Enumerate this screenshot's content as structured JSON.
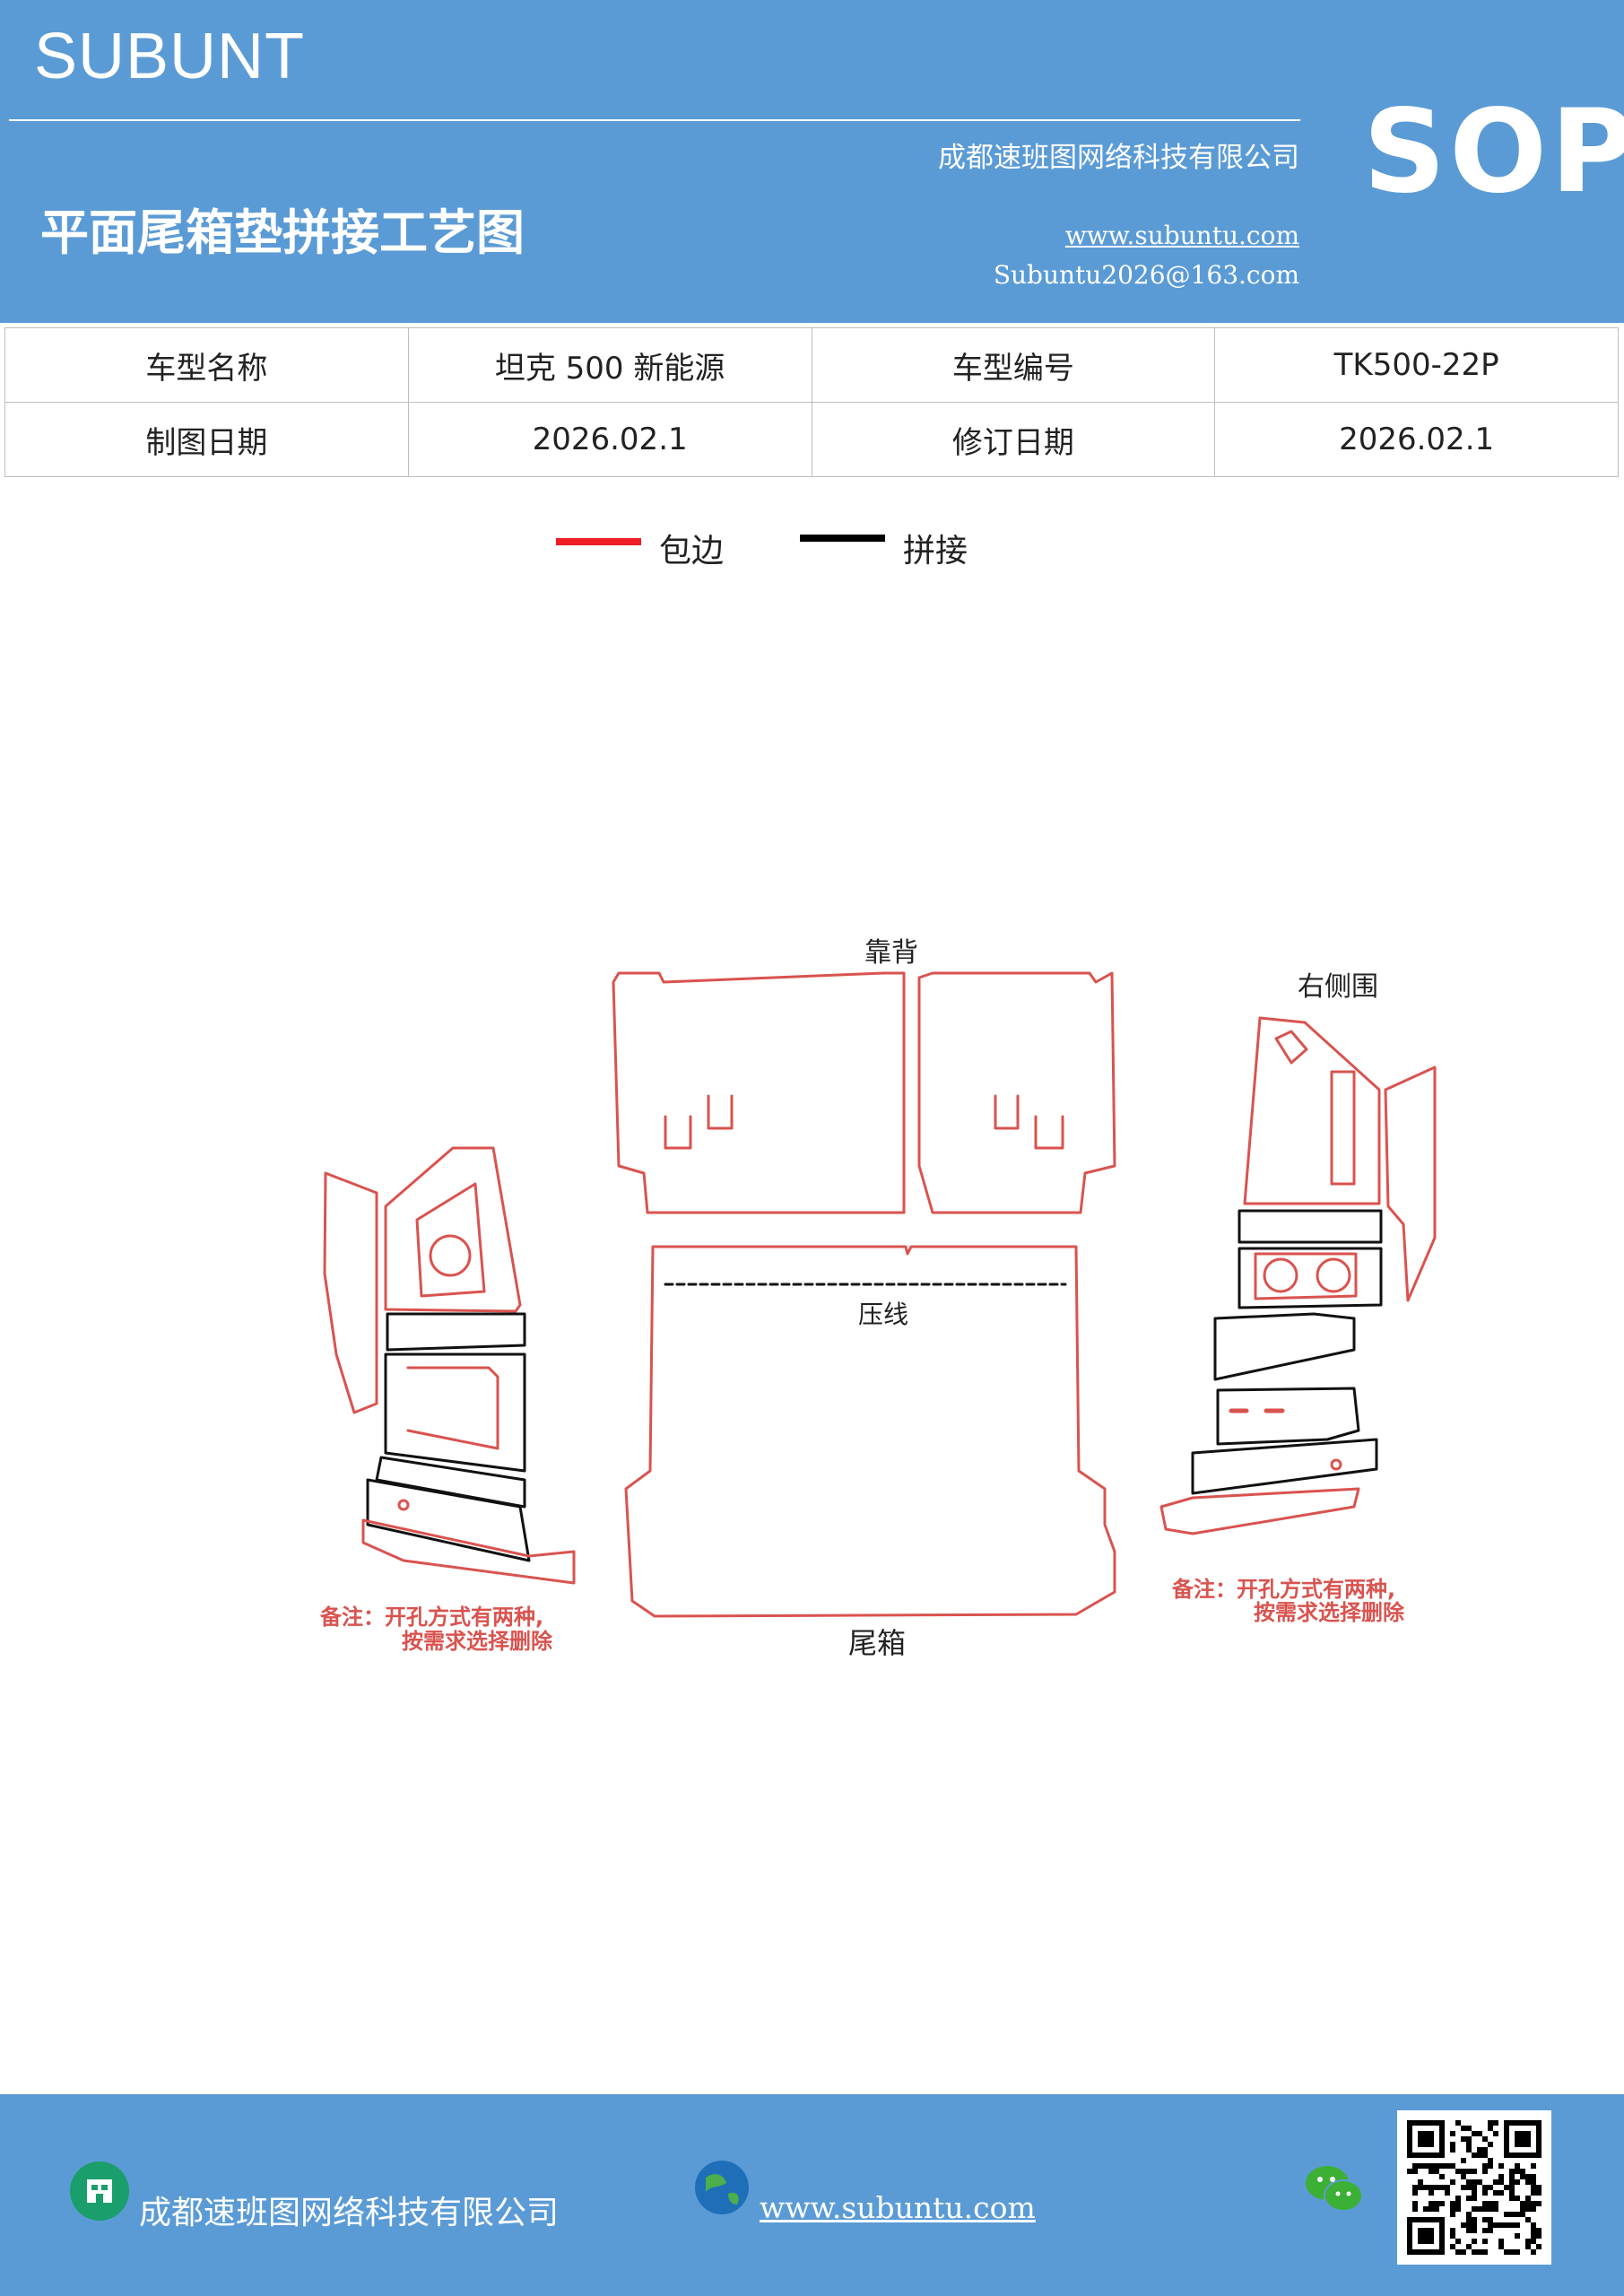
{
  "header": {
    "brand": "SUBUNT",
    "badge": "SOP",
    "company": "成都速班图网络科技有限公司",
    "title": "平面尾箱垫拼接工艺图",
    "website": "www.subuntu.com",
    "email": "Subuntu2026@163.com"
  },
  "info_table": {
    "rows": [
      [
        "车型名称",
        "坦克 500 新能源",
        "车型编号",
        "TK500-22P"
      ],
      [
        "制图日期",
        "2026.02.1",
        "修订日期",
        "2026.02.1"
      ]
    ]
  },
  "legend": [
    {
      "label": "包边",
      "color": "#ee1c25"
    },
    {
      "label": "拼接",
      "color": "#000000"
    }
  ],
  "diagram": {
    "labels": {
      "backrest": "靠背",
      "right_side": "右侧围",
      "crease": "压线",
      "trunk": "尾箱"
    },
    "note_left": [
      "备注：开孔方式有两种,",
      "按需求选择删除"
    ],
    "note_right": [
      "备注：开孔方式有两种,",
      "按需求选择删除"
    ],
    "colors": {
      "edge": "#d9534f",
      "seam": "#111111",
      "note": "#d9534f"
    }
  },
  "footer": {
    "company": "成都速班图网络科技有限公司",
    "website": "www.subuntu.com",
    "icons": [
      "building-icon",
      "globe-icon",
      "wechat-icon",
      "qr-code"
    ]
  },
  "colors": {
    "header_bg": "#5b9bd5",
    "footer_bg": "#5b9bd5"
  }
}
